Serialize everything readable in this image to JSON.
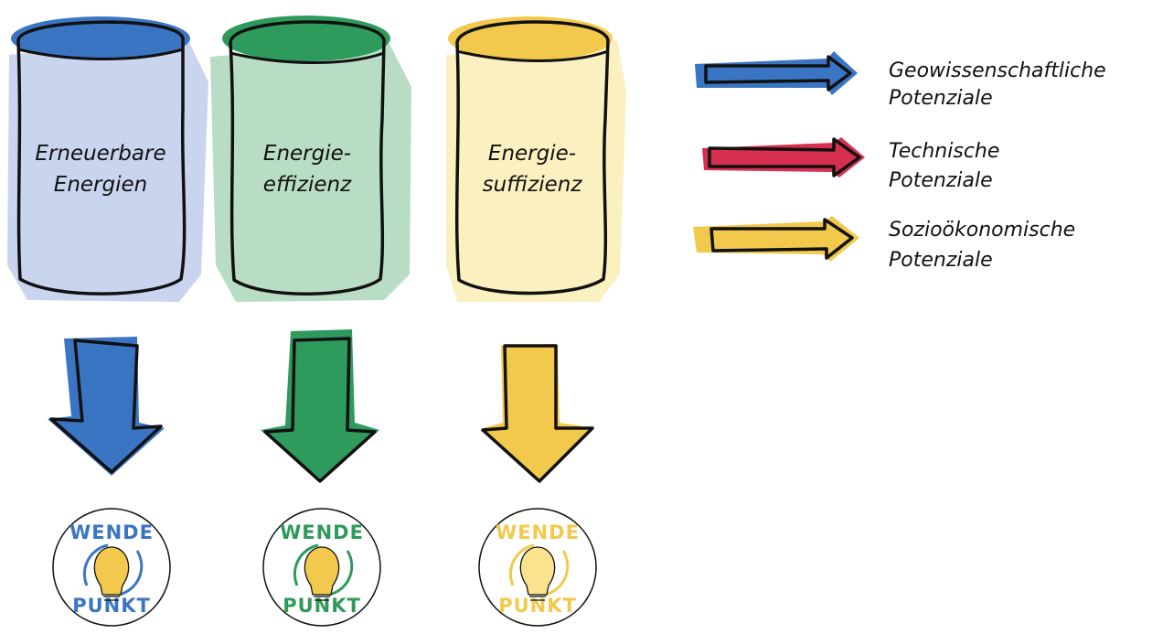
{
  "colors": {
    "blue": "#3a75c4",
    "blue_light": "#c9d4ee",
    "green": "#2e9a5c",
    "green_light": "#b9dcc4",
    "yellow": "#f2c94c",
    "yellow_light": "#fbf0c0",
    "red": "#d62f4f",
    "outline": "#111111"
  },
  "pillars": [
    {
      "label_line1": "Erneuerbare",
      "label_line2": "Energien",
      "color": "blue"
    },
    {
      "label_line1": "Energie-",
      "label_line2": "effizienz",
      "color": "green"
    },
    {
      "label_line1": "Energie-",
      "label_line2": "suffizienz",
      "color": "yellow"
    }
  ],
  "logo": {
    "top_word": "WENDE",
    "bottom_word": "PUNKT",
    "icon": "lightbulb-icon"
  },
  "legend": [
    {
      "line1": "Geowissenschaftliche",
      "line2": "Potenziale",
      "color": "blue"
    },
    {
      "line1": "Technische",
      "line2": "Potenziale",
      "color": "red"
    },
    {
      "line1": "Sozioökonomische",
      "line2": "Potenziale",
      "color": "yellow"
    }
  ]
}
